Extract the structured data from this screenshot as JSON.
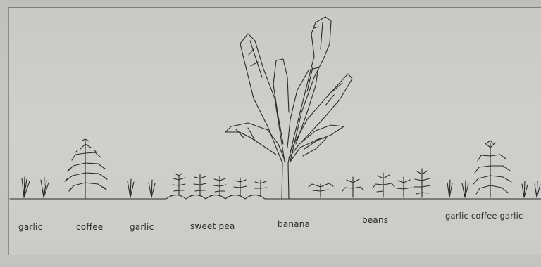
{
  "labels": {
    "garlic_1": "garlic",
    "coffee_1": "coffee",
    "garlic_2": "garlic",
    "sweet_pea": "sweet pea",
    "banana": "banana",
    "beans": "beans",
    "garlic_coffee_garlic": "garlic coffee garlic"
  },
  "icons": {
    "garlic": "garlic-plant-icon",
    "coffee": "coffee-plant-icon",
    "sweet_pea": "sweet-pea-plant-icon",
    "banana": "banana-tree-icon",
    "beans": "bean-plant-icon"
  }
}
